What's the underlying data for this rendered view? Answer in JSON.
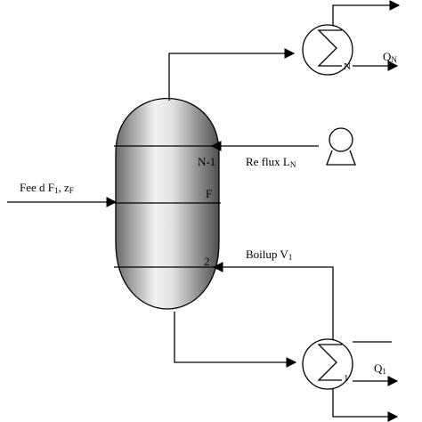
{
  "labels": {
    "feed": "Fee d F",
    "feed_sub": "1",
    "feed_z": ", z",
    "feed_z_sub": "F",
    "reflux": "Re flux L",
    "reflux_sub": "N",
    "boilup": "Boilup V",
    "boilup_sub": "1",
    "condenser_duty": "Q",
    "condenser_duty_sub": "N",
    "reboiler_duty": "Q",
    "reboiler_duty_sub": "1",
    "condenser_tag": "N",
    "reboiler_tag": "1"
  },
  "stages": {
    "top": "N-1",
    "feed": "F",
    "bottom": "2"
  },
  "colors": {
    "stroke": "#000000",
    "vessel_light": "#f4f4f4",
    "vessel_dark": "#5a5a5a"
  }
}
